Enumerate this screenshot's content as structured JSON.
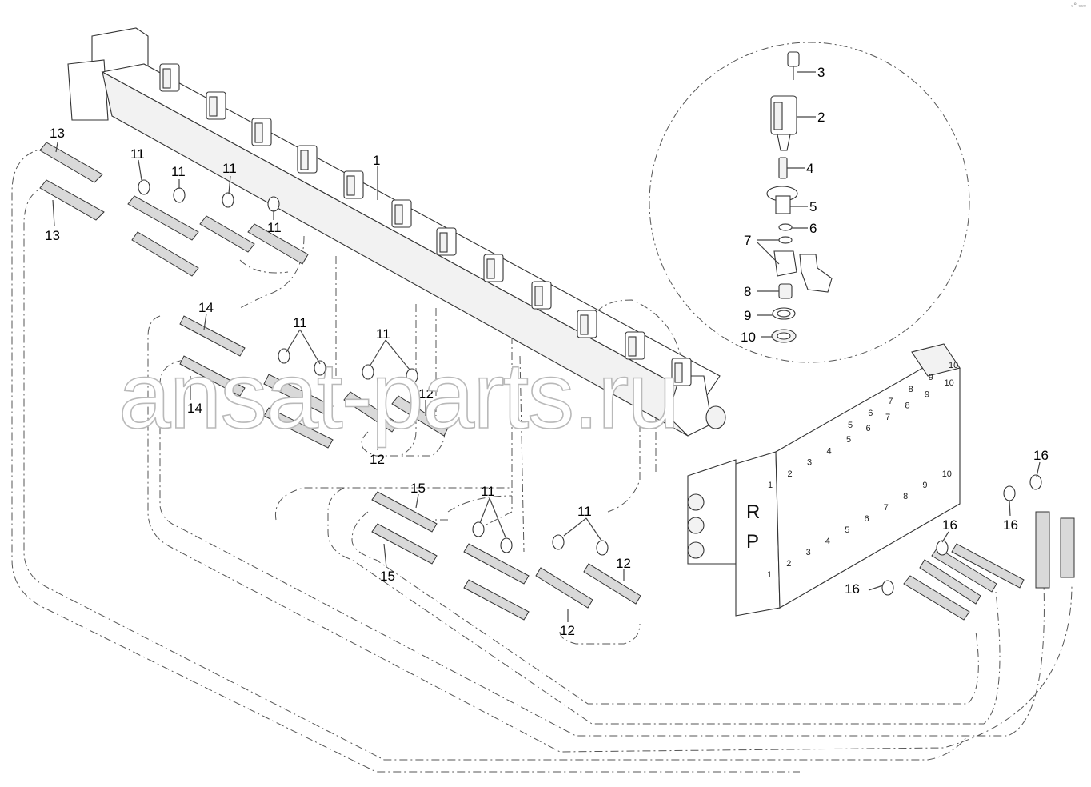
{
  "corner_mark": "▫° ▫▫▫",
  "watermark": "ansat-parts.ru",
  "callouts": {
    "c1": "1",
    "c2": "2",
    "c3": "3",
    "c4": "4",
    "c5": "5",
    "c6": "6",
    "c7": "7",
    "c8": "8",
    "c9": "9",
    "c10": "10",
    "c11a": "11",
    "c11b": "11",
    "c11c": "11",
    "c11d": "11",
    "c11e": "11",
    "c11f": "11",
    "c11g": "11",
    "c11h": "11",
    "c12a": "12",
    "c12b": "12",
    "c12c": "12",
    "c12d": "12",
    "c13a": "13",
    "c13b": "13",
    "c14a": "14",
    "c14b": "14",
    "c15a": "15",
    "c15b": "15",
    "c16a": "16",
    "c16b": "16",
    "c16c": "16",
    "c16d": "16"
  },
  "valve_bank": {
    "big_labels": {
      "r": "R",
      "p": "P"
    },
    "section_numbers": [
      "1",
      "2",
      "3",
      "4",
      "5",
      "6",
      "7",
      "8",
      "9",
      "10"
    ]
  }
}
